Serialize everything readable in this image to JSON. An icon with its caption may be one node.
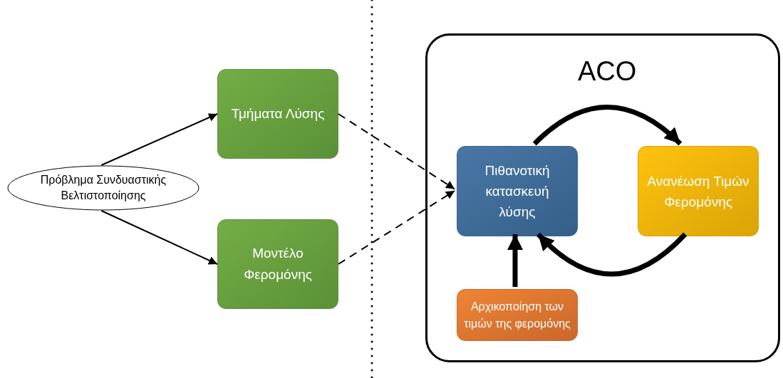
{
  "diagram": {
    "nodes": [
      {
        "text": [
          "Πρόβλημα Συνδυαστικής Βελτιστοποίησης"
        ]
      },
      {
        "text": [
          "Τμήματα Λύσης"
        ]
      },
      {
        "text": [
          "Μοντέλο Φερομόνης"
        ]
      },
      {
        "text": [
          "ACO"
        ]
      },
      {
        "text": [
          "Πιθανοτική κατασκευή λύσης"
        ],
        "in": 3
      },
      {
        "text": [
          "Ανανέωση Τιμών Φερομόνης"
        ],
        "in": 3
      },
      {
        "text": [
          "Αρχικοποίηση των τιμών της φερομόνης"
        ],
        "in": 3
      }
    ],
    "edges": [
      {
        "from": 0,
        "to": 1,
        "arrow": "to"
      },
      {
        "from": 0,
        "to": 2,
        "arrow": "to"
      },
      {
        "from": 1,
        "to": 4,
        "arrow": "to",
        "style": "dashed"
      },
      {
        "from": 2,
        "to": 4,
        "arrow": "to",
        "style": "dashed"
      },
      {
        "from": 4,
        "to": 5,
        "arrow": "to",
        "style": "thick"
      },
      {
        "from": 5,
        "to": 4,
        "arrow": "to",
        "style": "thick"
      },
      {
        "from": 6,
        "to": 4,
        "arrow": "to",
        "style": "thick"
      }
    ]
  }
}
